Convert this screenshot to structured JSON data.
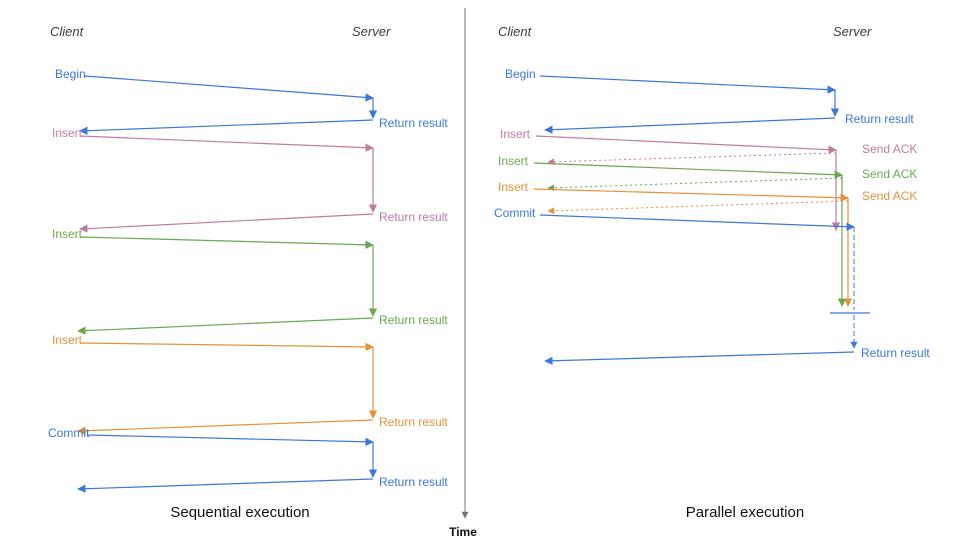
{
  "colors": {
    "blue": "#3c78d8",
    "pink": "#c27ba0",
    "green": "#6aa84f",
    "orange": "#e69138",
    "axis_gray": "#757575",
    "caption_black": "#111111",
    "role_gray": "#3d3d3d"
  },
  "time_axis": {
    "label": "Time"
  },
  "panels": {
    "sequential": {
      "caption": "Sequential execution",
      "client": "Client",
      "server": "Server",
      "ops": [
        {
          "label": "Begin",
          "result": "Return result",
          "color": "blue"
        },
        {
          "label": "Insert",
          "result": "Return result",
          "color": "pink"
        },
        {
          "label": "Insert",
          "result": "Return result",
          "color": "green"
        },
        {
          "label": "Insert",
          "result": "Return result",
          "color": "orange"
        },
        {
          "label": "Commit",
          "result": "Return result",
          "color": "blue"
        }
      ]
    },
    "parallel": {
      "caption": "Parallel execution",
      "client": "Client",
      "server": "Server",
      "begin": {
        "label": "Begin",
        "result": "Return result",
        "color": "blue"
      },
      "inserts": [
        {
          "label": "Insert",
          "ack": "Send ACK",
          "color": "pink"
        },
        {
          "label": "Insert",
          "ack": "Send ACK",
          "color": "green"
        },
        {
          "label": "Insert",
          "ack": "Send ACK",
          "color": "orange"
        }
      ],
      "commit": {
        "label": "Commit",
        "result": "Return result",
        "color": "blue"
      }
    }
  }
}
